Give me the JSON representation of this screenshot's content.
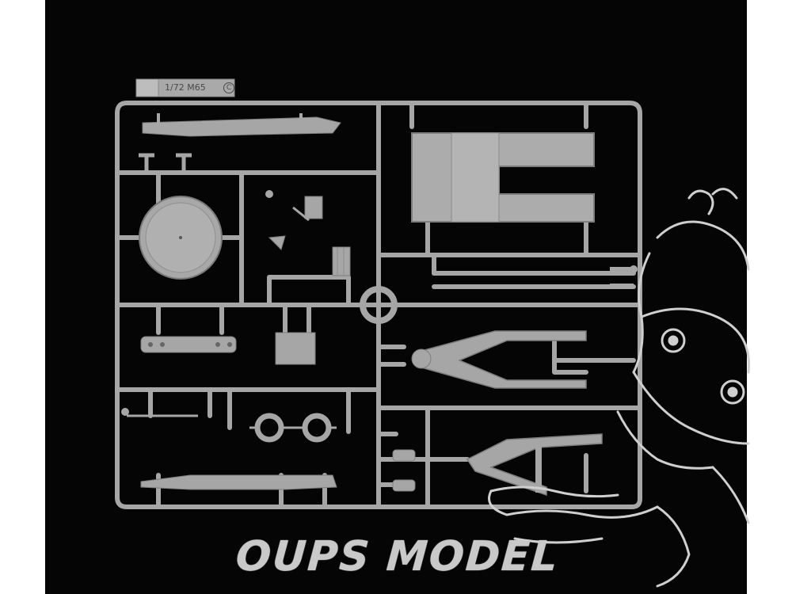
{
  "watermark": {
    "text": "OUPS MODEL"
  },
  "sprue": {
    "scale_label": "1/72  M65",
    "letter": "C"
  },
  "colors": {
    "background": "#050505",
    "plastic": "#a6a6a6",
    "plastic_shadow": "#7d7d7d",
    "watermark": "#c9c9c9"
  }
}
